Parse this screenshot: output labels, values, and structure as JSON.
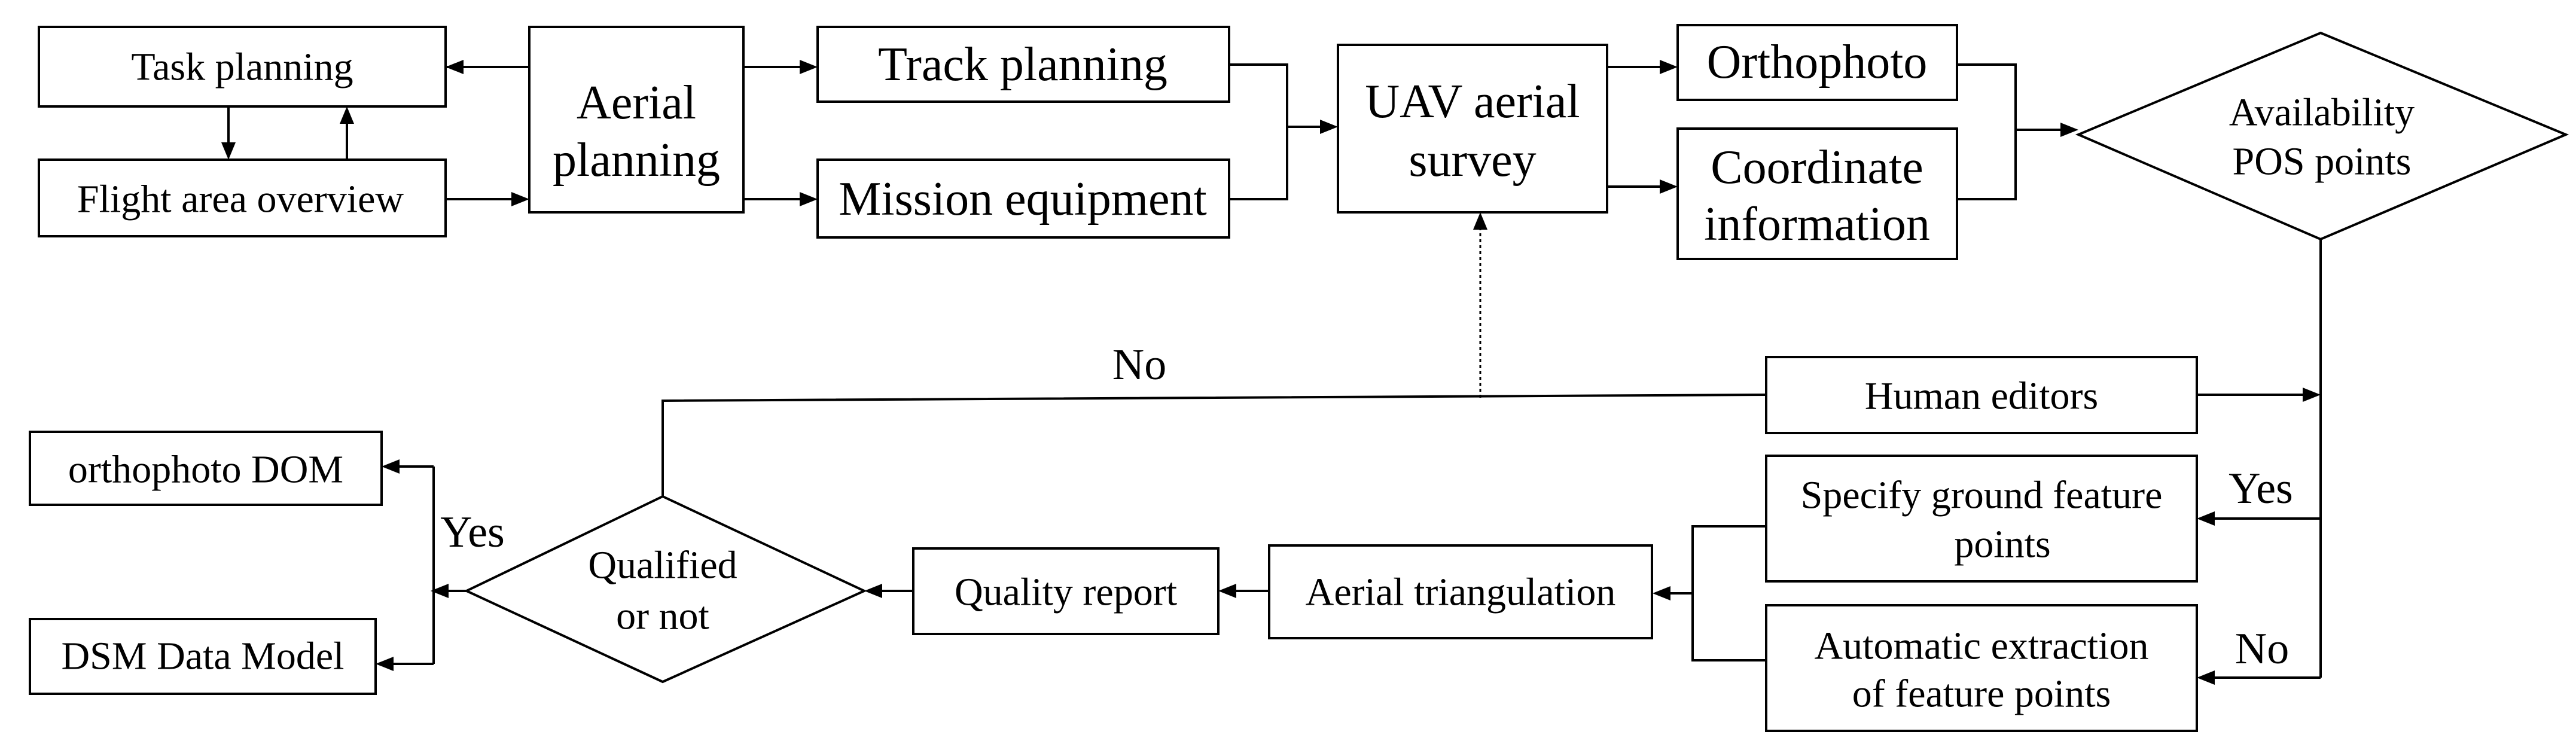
{
  "nodes": {
    "task_planning": "Task planning",
    "flight_area_overview": "Flight area  overview",
    "aerial_planning": [
      "Aerial",
      "planning"
    ],
    "track_planning": "Track planning",
    "mission_equipment": "Mission equipment",
    "uav_aerial_survey": [
      "UAV aerial",
      "survey"
    ],
    "orthophoto": "Orthophoto",
    "coordinate_information": [
      "Coordinate",
      "information"
    ],
    "availability_pos_points": [
      "Availability",
      "POS points"
    ],
    "human_editors": "Human editors",
    "specify_ground_feature_points": [
      "Specify  ground feature",
      "points"
    ],
    "automatic_extraction": [
      "Automatic extraction",
      "of feature points"
    ],
    "aerial_triangulation": "Aerial  triangulation",
    "quality_report": "Quality report",
    "qualified_or_not": [
      "Qualified",
      "or not"
    ],
    "orthophoto_dom": "orthophoto DOM",
    "dsm_data_model": "DSM Data Model"
  },
  "edge_labels": {
    "no_top": "No",
    "yes_right": "Yes",
    "no_right": "No",
    "yes_left": "Yes"
  }
}
